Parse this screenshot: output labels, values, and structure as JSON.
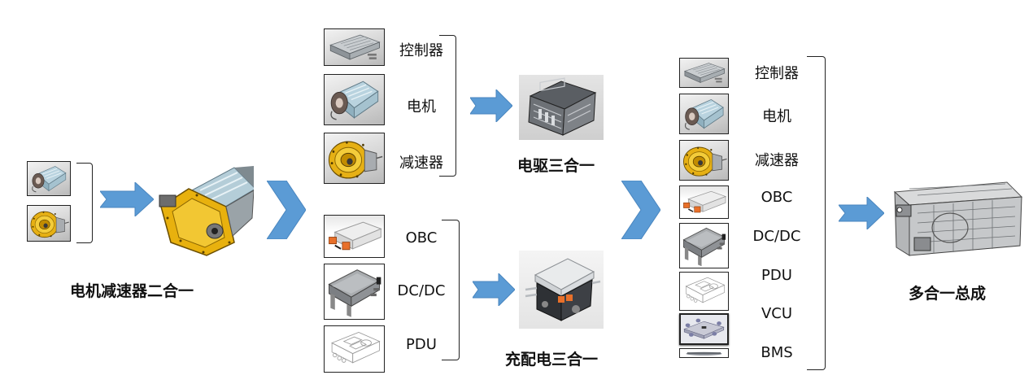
{
  "colors": {
    "arrow_fill": "#5b9bd5",
    "arrow_stroke": "#4a86bf",
    "gold": "#e8b10e",
    "steel": "#9aa6ad",
    "dark_steel": "#4a4f55",
    "orange": "#e8702a"
  },
  "stage1": {
    "title": "电机减速器二合一",
    "inputs": [
      {
        "icon": "motor-thumbnail-icon",
        "label": ""
      },
      {
        "icon": "reducer-thumbnail-icon",
        "label": ""
      }
    ]
  },
  "stage2a": {
    "title": "电驱三合一",
    "inputs": [
      {
        "icon": "controller-thumbnail-icon",
        "label": "控制器"
      },
      {
        "icon": "motor-thumbnail-icon",
        "label": "电机"
      },
      {
        "icon": "reducer-thumbnail-icon",
        "label": "减速器"
      }
    ]
  },
  "stage2b": {
    "title": "充配电三合一",
    "inputs": [
      {
        "icon": "obc-thumbnail-icon",
        "label": "OBC"
      },
      {
        "icon": "dcdc-thumbnail-icon",
        "label": "DC/DC"
      },
      {
        "icon": "pdu-thumbnail-icon",
        "label": "PDU"
      }
    ]
  },
  "stage3": {
    "title": "多合一总成",
    "inputs": [
      {
        "icon": "controller-thumbnail-icon",
        "label": "控制器"
      },
      {
        "icon": "motor-thumbnail-icon",
        "label": "电机"
      },
      {
        "icon": "reducer-thumbnail-icon",
        "label": "减速器"
      },
      {
        "icon": "obc-thumbnail-icon",
        "label": "OBC"
      },
      {
        "icon": "dcdc-thumbnail-icon",
        "label": "DC/DC"
      },
      {
        "icon": "pdu-thumbnail-icon",
        "label": "PDU"
      },
      {
        "icon": "vcu-thumbnail-icon",
        "label": "VCU"
      },
      {
        "icon": "bms-thumbnail-icon",
        "label": "BMS"
      }
    ]
  }
}
